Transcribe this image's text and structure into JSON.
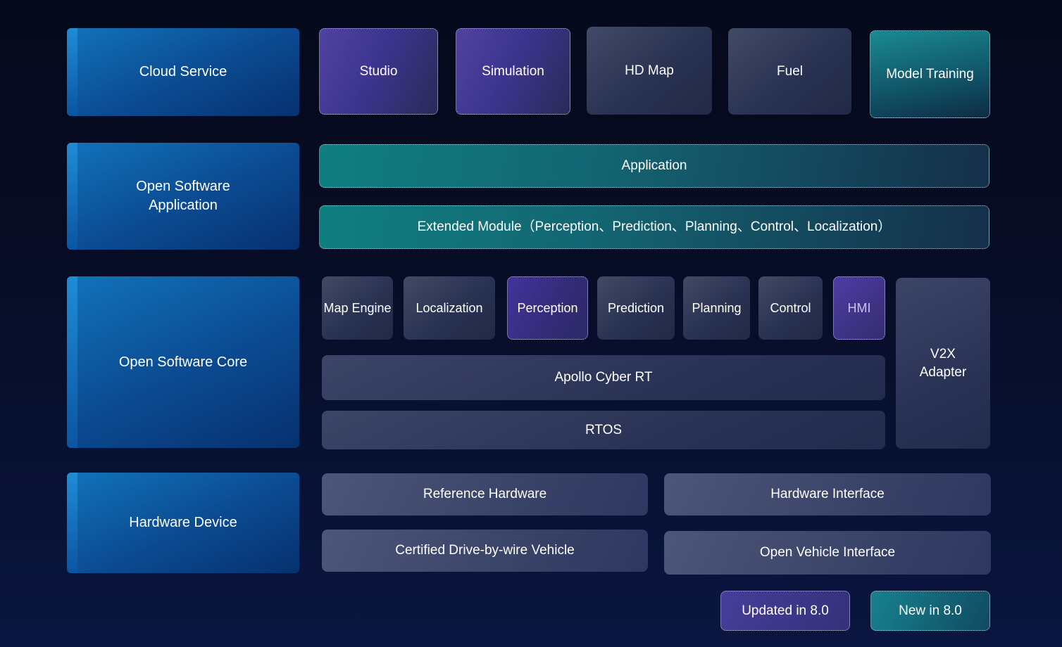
{
  "diagram": {
    "cloud": {
      "category": "Cloud Service",
      "studio": "Studio",
      "simulation": "Simulation",
      "hd_map": "HD Map",
      "fuel": "Fuel",
      "model_training": "Model Training"
    },
    "software_application": {
      "category": "Open Software Application",
      "application": "Application",
      "extended_module": "Extended Module（Perception、Prediction、Planning、Control、Localization）"
    },
    "software_core": {
      "category": "Open Software Core",
      "map_engine": "Map Engine",
      "localization": "Localization",
      "perception": "Perception",
      "prediction": "Prediction",
      "planning": "Planning",
      "control": "Control",
      "hmi": "HMI",
      "v2x_adapter": "V2X Adapter",
      "apollo_cyber_rt": "Apollo Cyber RT",
      "rtos": "RTOS"
    },
    "hardware": {
      "category": "Hardware Device",
      "reference_hardware": "Reference Hardware",
      "hardware_interface": "Hardware Interface",
      "certified_vehicle": "Certified Drive-by-wire Vehicle",
      "open_vehicle_interface": "Open Vehicle Interface"
    },
    "legend": {
      "updated": "Updated in 8.0",
      "new": "New in 8.0"
    },
    "colors": {
      "category_blue": "#0b4a91",
      "category_stripe": "#1b86d1",
      "updated_purple": "#473c9d",
      "new_teal": "#128088",
      "module_slate": "#39425f",
      "hardware_slate": "#465073",
      "hmi_text": "#c9c1f1",
      "background": "#0a1640"
    }
  }
}
